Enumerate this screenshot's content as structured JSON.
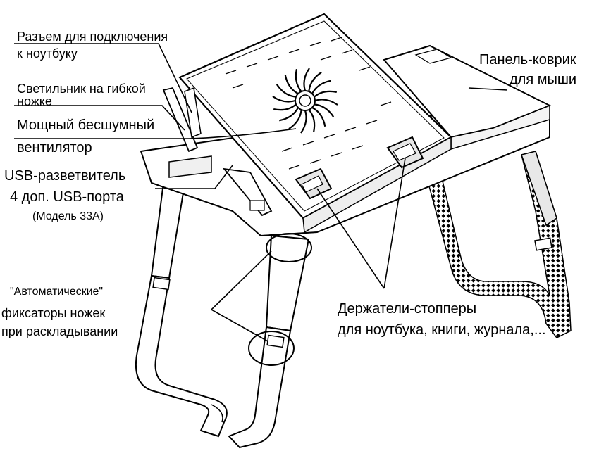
{
  "colors": {
    "ink": "#000000",
    "paper": "#ffffff",
    "shade": "#cfcfcf",
    "light": "#ececec"
  },
  "labels": {
    "connector_l1": "Разъем для подключения",
    "connector_l2": "к ноутбуку",
    "lamp_l1": "Светильник на гибкой",
    "lamp_l2": "ножке",
    "fan_l1": "Мощный бесшумный",
    "fan_l2": "вентилятор",
    "usb_l1": "USB-разветвитель",
    "usb_l2": "4 доп. USB-порта",
    "usb_l3": "(Модель 33А)",
    "lock_l1": "\"Автоматические\"",
    "lock_l2": "фиксаторы ножек",
    "lock_l3": "при раскладывании",
    "mousepad_l1": "Панель-коврик",
    "mousepad_l2": "для мыши",
    "holders_l1": "Держатели-стопперы",
    "holders_l2": "для ноутбука, книги, журнала,..."
  },
  "icons": [
    "fan-icon",
    "lock-clasp-icon"
  ]
}
